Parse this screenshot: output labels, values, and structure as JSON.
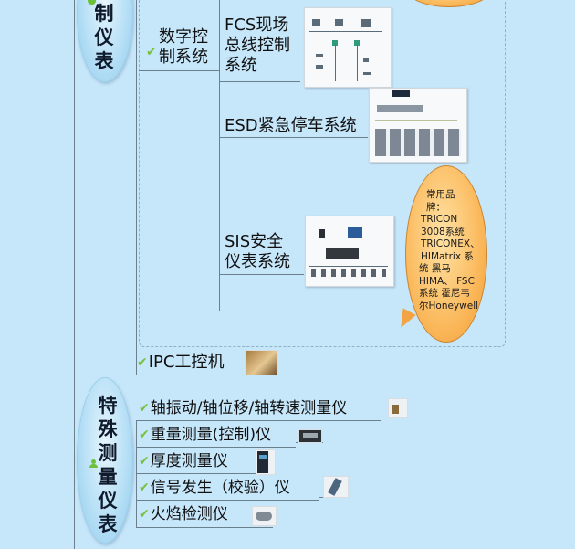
{
  "diagram": {
    "type": "mind-map",
    "background_color": "#c6e6fa",
    "accent_check_color": "#78c23a",
    "callout_color": "#f7a940"
  },
  "branches": [
    {
      "id": "control-instruments",
      "label_chars_visible": [
        "制",
        "仪",
        "表"
      ],
      "children": [
        {
          "label": "数字控制系统",
          "label_lines": [
            "数字控",
            "制系统"
          ],
          "children": [
            {
              "label_lines": [
                "FCS现场",
                "总线控制",
                "系统"
              ],
              "image": "fcs-network-diagram"
            },
            {
              "label_lines": [
                "ESD紧急停车系统"
              ],
              "image": "esd-cabinet-diagram"
            },
            {
              "label_lines": [
                "SIS安全",
                "仪表系统"
              ],
              "image": "sis-system-diagram",
              "callout": {
                "lines": [
                  "常用品",
                  "牌：",
                  "TRICON",
                  "3008系统",
                  "TRICONEX、",
                  "HIMatrix 系",
                  "统 黑马",
                  "HIMA、 FSC",
                  "系统 霍尼韦",
                  "尔Honeywell"
                ]
              }
            }
          ]
        },
        {
          "label": "IPC工控机",
          "image": "ipc-photo"
        }
      ]
    },
    {
      "id": "special-instruments",
      "label_chars": [
        "特",
        "殊",
        "测",
        "量",
        "仪",
        "表"
      ],
      "children": [
        {
          "label": "轴振动/轴位移/轴转速测量仪",
          "image": "vibration-monitor"
        },
        {
          "label": "重量测量(控制)仪",
          "image": "weighing-controller"
        },
        {
          "label": "厚度测量仪",
          "image": "thickness-gauge"
        },
        {
          "label": "信号发生（校验）仪",
          "image": "signal-calibrator"
        },
        {
          "label": "火焰检测仪",
          "image": "flame-detector"
        }
      ]
    }
  ]
}
